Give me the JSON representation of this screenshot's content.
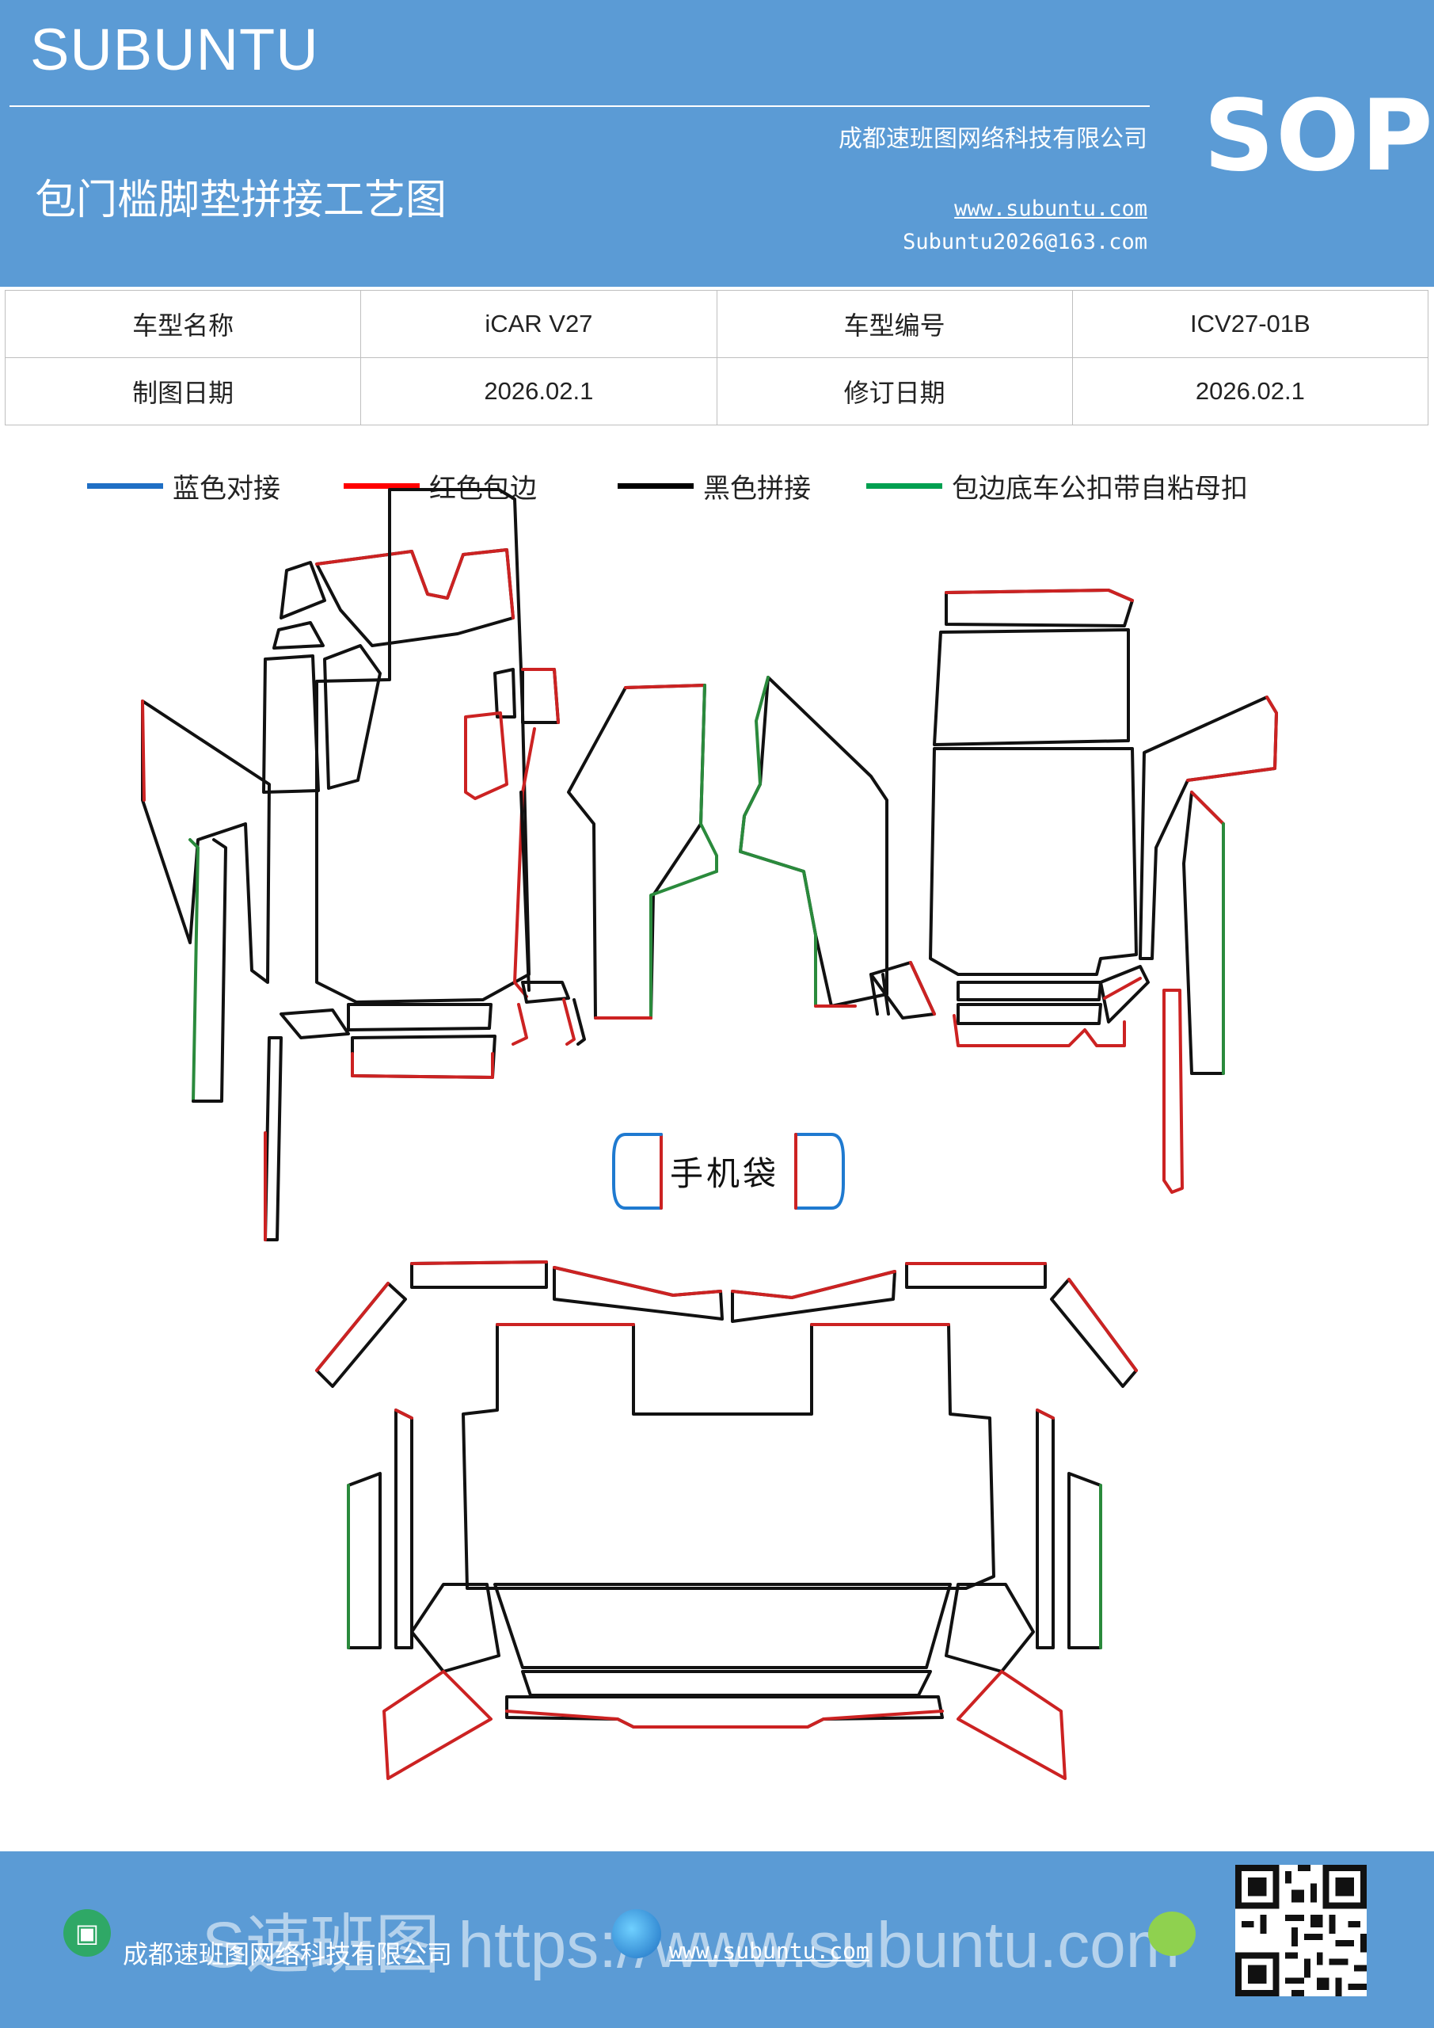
{
  "header": {
    "brand": "SUBUNTU",
    "title": "包门槛脚垫拼接工艺图",
    "company": "成都速班图网络科技有限公司",
    "website": "www.subuntu.com",
    "email": "Subuntu2026@163.com",
    "badge": "SOP"
  },
  "info_table": {
    "rows": [
      {
        "label1": "车型名称",
        "value1": "iCAR  V27",
        "label2": "车型编号",
        "value2": "ICV27-01B"
      },
      {
        "label1": "制图日期",
        "value1": "2026.02.1",
        "label2": "修订日期",
        "value2": "2026.02.1"
      }
    ]
  },
  "legend": [
    {
      "label": "蓝色对接",
      "color": "#1f6fc5"
    },
    {
      "label": "红色包边",
      "color": "#ff0000"
    },
    {
      "label": "黑色拼接",
      "color": "#000000"
    },
    {
      "label": "包边底车公扣带自粘母扣",
      "color": "#00a050"
    }
  ],
  "diagram": {
    "phone_pocket_label": "手机袋",
    "line_colors": {
      "edge": "#cc2222",
      "seam": "#111111",
      "hook": "#2a8a3c",
      "butt": "#1f7ad0"
    }
  },
  "footer": {
    "company": "成都速班图网络科技有限公司",
    "url": "www.subuntu.com",
    "watermark": "S速班图 https://www.subuntu.com",
    "icons": [
      "building-icon",
      "globe-icon",
      "wechat-icon",
      "qr-code"
    ]
  },
  "colors": {
    "header_bg": "#5b9bd5",
    "footer_bg": "#5b9bd5"
  }
}
